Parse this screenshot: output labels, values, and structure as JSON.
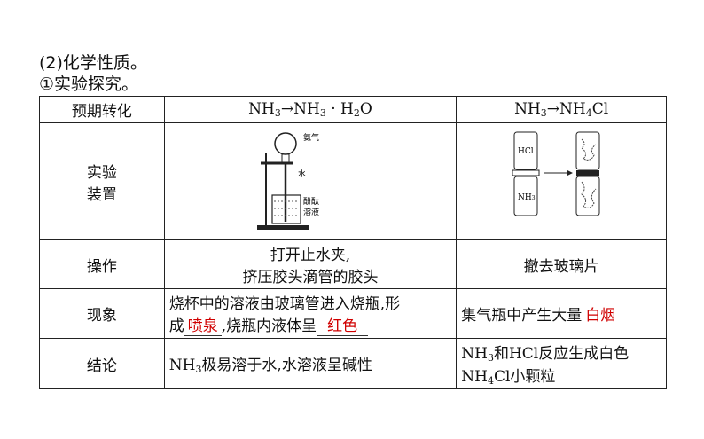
{
  "heading1": "(2)化学性质。",
  "heading2": "①实验探究。",
  "table": {
    "col_header": "预期转化",
    "col1_header": {
      "a": "NH",
      "a_sub": "3",
      "arrow": "→",
      "b": "NH",
      "b_sub": "3",
      "c": " · H",
      "c_sub": "2",
      "d": "O"
    },
    "col2_header": {
      "a": "NH",
      "a_sub": "3",
      "arrow": "→",
      "b": "NH",
      "b_sub": "4",
      "c": "Cl"
    },
    "rows": {
      "apparatus": {
        "label_line1": "实验",
        "label_line2": "装置",
        "fig1": {
          "ammonia": "氨气",
          "water": "水",
          "phenol1": "酚酞",
          "phenol2": "溶液"
        },
        "fig2": {
          "hcl": "HCl",
          "nh3": "NH",
          "nh3_sub": "3"
        }
      },
      "operation": {
        "label": "操作",
        "col1_line1": "打开止水夹,",
        "col1_line2": "挤压胶头滴管的胶头",
        "col2": "撤去玻璃片"
      },
      "phenomenon": {
        "label": "现象",
        "col1_a": "烧杯中的溶液由玻璃管进入烧瓶,形",
        "col1_b": "成",
        "col1_ans1": "喷泉",
        "col1_c": ",烧瓶内液体呈",
        "col1_ans2": "红色",
        "col2_a": "集气瓶中产生大量",
        "col2_ans": "白烟"
      },
      "conclusion": {
        "label": "结论",
        "col1_a": "NH",
        "col1_sub": "3",
        "col1_b": "极易溶于水,水溶液呈碱性",
        "col2_a": "NH",
        "col2_a_sub": "3",
        "col2_b": "和HCl反应生成白色",
        "col2_c": "NH",
        "col2_c_sub": "4",
        "col2_d": "Cl小颗粒"
      }
    }
  },
  "colors": {
    "answer": "#d00000"
  }
}
